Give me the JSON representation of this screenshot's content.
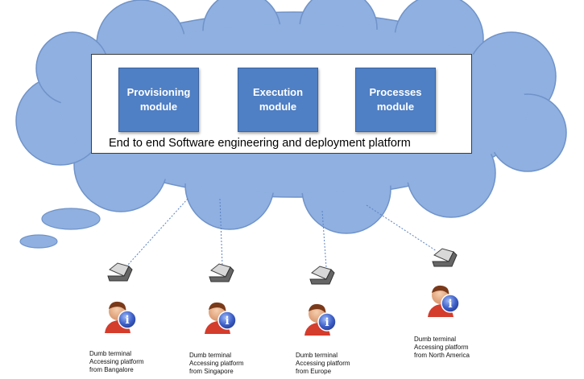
{
  "platform": {
    "label": "End to end Software engineering and deployment platform",
    "modules": [
      {
        "label": "Provisioning\nmodule"
      },
      {
        "label": "Execution\nmodule"
      },
      {
        "label": "Processes\nmodule"
      }
    ]
  },
  "terminals": [
    {
      "caption": "Dumb terminal\nAccessing platform\nfrom Bangalore",
      "icons": [
        "laptop-icon",
        "user-info-icon"
      ]
    },
    {
      "caption": "Dumb terminal\nAccessing platform\nfrom Singapore",
      "icons": [
        "laptop-icon",
        "user-info-icon"
      ]
    },
    {
      "caption": "Dumb terminal\nAccessing platform\nfrom Europe",
      "icons": [
        "laptop-icon",
        "user-info-icon"
      ]
    },
    {
      "caption": "Dumb terminal\nAccessing platform\nfrom North America",
      "icons": [
        "laptop-icon",
        "user-info-icon"
      ]
    }
  ],
  "colors": {
    "cloud_fill": "#8fb0e0",
    "cloud_stroke": "#6f93c9",
    "module_fill": "#4f7fc4",
    "connector": "#5a82c4",
    "info_badge": "#3d5fc8",
    "user_shirt": "#d43c2c"
  }
}
